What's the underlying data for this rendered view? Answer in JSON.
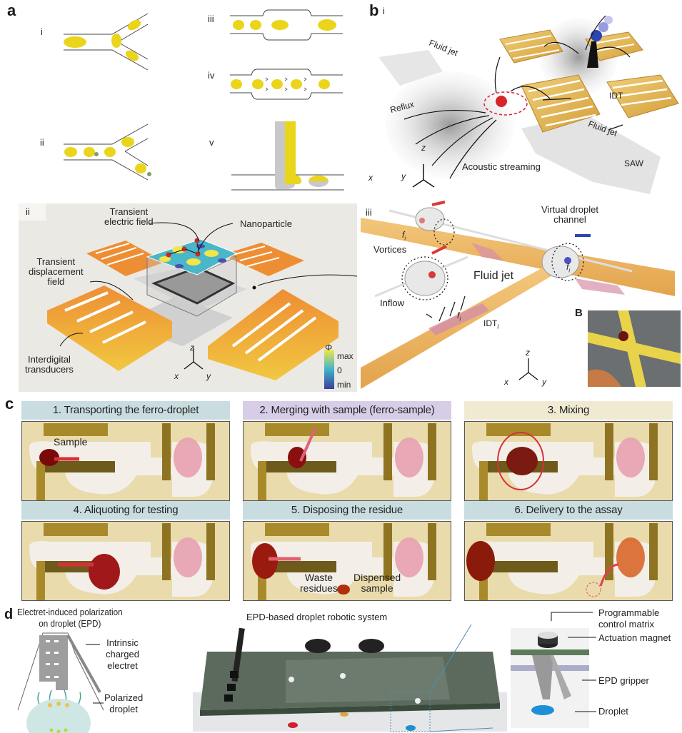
{
  "panel_a": {
    "letter": "a",
    "sub": [
      "i",
      "ii",
      "iii",
      "iv",
      "v"
    ]
  },
  "panel_b": {
    "letter": "b",
    "sub_i": "i",
    "sub_ii": "ii",
    "sub_iii": "iii",
    "i_labels": {
      "fluid_jet_1": "Fluid jet",
      "reflux": "Reflux",
      "idt": "IDT",
      "fluid_jet_2": "Fluid jet",
      "acoustic_streaming": "Acoustic streaming",
      "saw": "SAW",
      "axis_z": "z",
      "axis_x": "x",
      "axis_y": "y"
    },
    "ii_labels": {
      "transient_electric_field": "Transient\nelectric field",
      "nanoparticle": "Nanoparticle",
      "transient_displacement_field": "Transient\ndisplacement\nfield",
      "interdigital_transducers": "Interdigital\ntransducers",
      "colorbar_title": "Φ",
      "colorbar_max": "max",
      "colorbar_zero": "0",
      "colorbar_min": "min",
      "axis_z": "z",
      "axis_x": "x",
      "axis_y": "y"
    },
    "iii_labels": {
      "virtual_droplet_channel": "Virtual droplet\nchannel",
      "vortices": "Vortices",
      "fluid_jet": "Fluid jet",
      "inflow": "Inflow",
      "idt_i": "IDT",
      "idt_sub": "i",
      "fi": "f",
      "fi_sub": "i",
      "inset_label": "B",
      "axis_z": "z",
      "axis_x": "x",
      "axis_y": "y"
    },
    "colors": {
      "idt_orange": "#e8932e",
      "idt_gold": "#d9a84a",
      "colormap": [
        "#f2e64a",
        "#3fb4c9",
        "#3b3f9a"
      ]
    }
  },
  "panel_c": {
    "letter": "c",
    "steps": [
      {
        "title": "1. Transporting the ferro-droplet",
        "header_color": "#c9dde0",
        "annotations": [
          "Sample"
        ]
      },
      {
        "title": "2. Merging with sample (ferro-sample)",
        "header_color": "#d8cde6",
        "annotations": []
      },
      {
        "title": "3. Mixing",
        "header_color": "#f1ead3",
        "annotations": []
      },
      {
        "title": "4. Aliquoting for testing",
        "header_color": "#c9dde0",
        "annotations": []
      },
      {
        "title": "5. Disposing the residue",
        "header_color": "#c9dde0",
        "annotations": [
          "Waste\nresidues",
          "Dispensed\nsample"
        ]
      },
      {
        "title": "6. Delivery to the assay",
        "header_color": "#c9dde0",
        "annotations": []
      }
    ]
  },
  "panel_d": {
    "letter": "d",
    "left_title": "Electret-induced polarization\non droplet (EPD)",
    "intrinsic_electret": "Intrinsic\ncharged\nelectret",
    "polarized_droplet": "Polarized\ndroplet",
    "center_title": "EPD-based droplet robotic system",
    "programmable_matrix": "Programmable\ncontrol matrix",
    "actuation_magnet": "Actuation magnet",
    "epd_gripper": "EPD gripper",
    "droplet": "Droplet"
  }
}
